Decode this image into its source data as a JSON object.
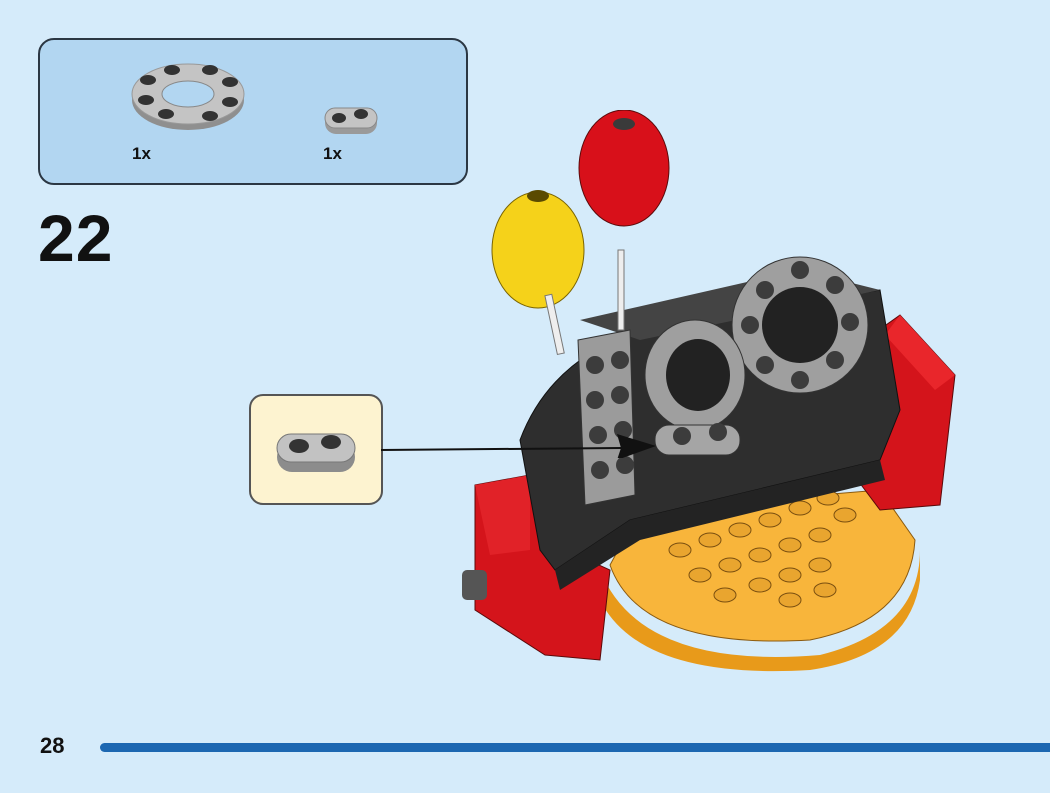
{
  "parts_list": {
    "items": [
      {
        "part": "round-plate-with-hole",
        "quantity": "1x"
      },
      {
        "part": "plate-1x2-rounded",
        "quantity": "1x"
      }
    ]
  },
  "step": {
    "number": "22"
  },
  "page": {
    "number": "28"
  },
  "colors": {
    "background": "#d5ebfa",
    "parts_box": "#b2d6f1",
    "callout": "#fdf3d0",
    "page_bar": "#1c67b1"
  }
}
